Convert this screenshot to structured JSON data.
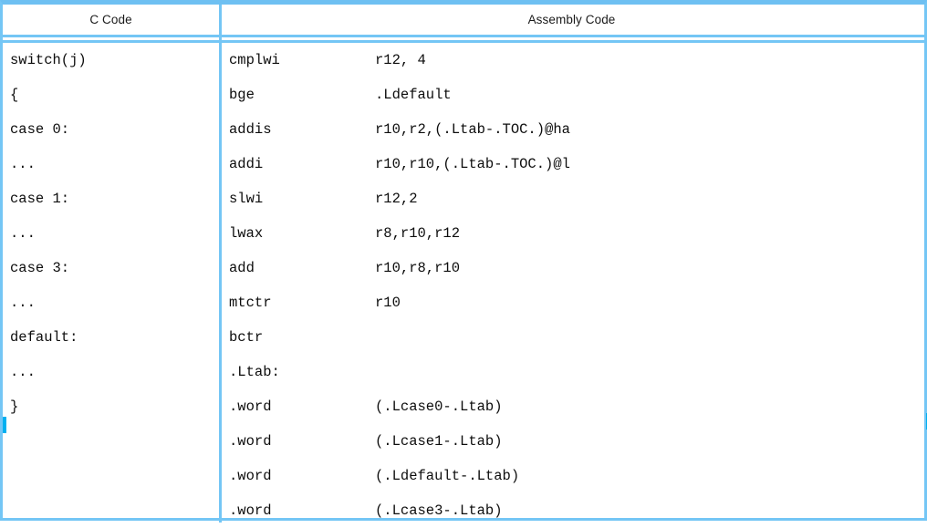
{
  "table": {
    "headers": {
      "c_code": "C Code",
      "assembly_code": "Assembly Code"
    },
    "colors": {
      "border": "#74c6f5",
      "border_top": "#6ec0f2",
      "edge_mark": "#00b0f0",
      "text": "#0d0d0d",
      "background": "#ffffff"
    },
    "rows": [
      {
        "c": "switch(j)",
        "mnemonic": "cmplwi",
        "operand": "r12, 4"
      },
      {
        "c": "{",
        "mnemonic": "bge",
        "operand": ".Ldefault"
      },
      {
        "c": "case 0:",
        "mnemonic": "addis",
        "operand": "r10,r2,(.Ltab-.TOC.)@ha"
      },
      {
        "c": "...",
        "mnemonic": "addi",
        "operand": "r10,r10,(.Ltab-.TOC.)@l"
      },
      {
        "c": "case 1:",
        "mnemonic": "slwi",
        "operand": "r12,2"
      },
      {
        "c": "...",
        "mnemonic": "lwax",
        "operand": "r8,r10,r12"
      },
      {
        "c": "case 3:",
        "mnemonic": "add",
        "operand": "r10,r8,r10"
      },
      {
        "c": "...",
        "mnemonic": "mtctr",
        "operand": "r10"
      },
      {
        "c": "default:",
        "mnemonic": "bctr",
        "operand": ""
      },
      {
        "c": "...",
        "mnemonic": ".Ltab:",
        "operand": ""
      },
      {
        "c": "}",
        "mnemonic": ".word",
        "operand": "(.Lcase0-.Ltab)"
      },
      {
        "c": "",
        "mnemonic": ".word",
        "operand": "(.Lcase1-.Ltab)"
      },
      {
        "c": "",
        "mnemonic": ".word",
        "operand": "(.Ldefault-.Ltab)"
      },
      {
        "c": "",
        "mnemonic": ".word",
        "operand": "(.Lcase3-.Ltab)"
      }
    ]
  }
}
